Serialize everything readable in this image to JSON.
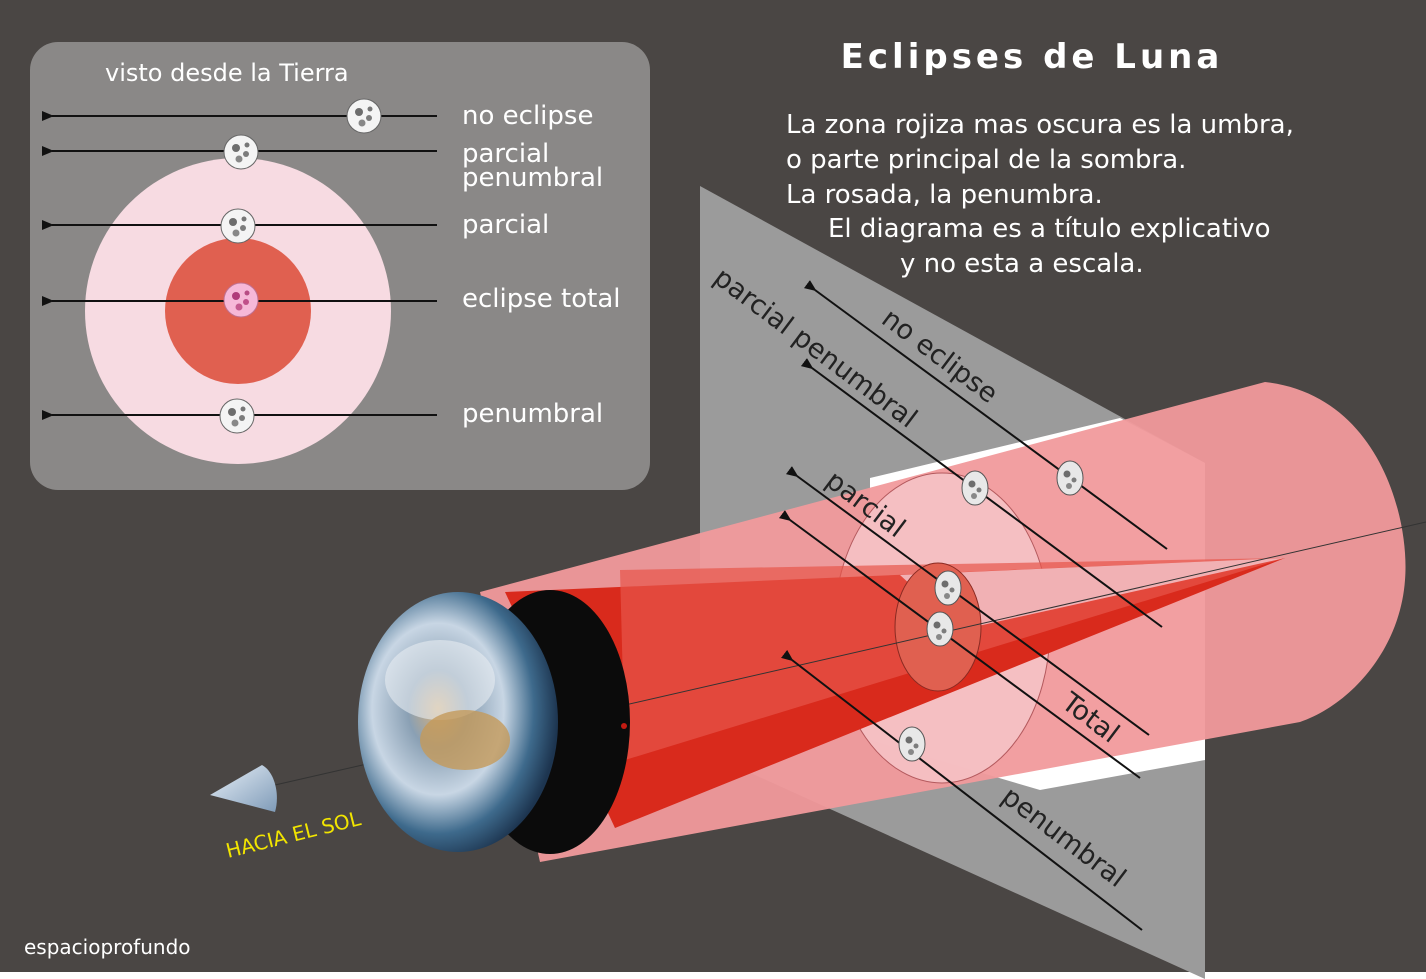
{
  "title": "Eclipses de Luna",
  "description": [
    "La zona rojiza mas oscura es la umbra,",
    "o parte principal de la sombra.",
    "La rosada, la penumbra.",
    "El diagrama es a título explicativo",
    "y no esta a escala."
  ],
  "inset": {
    "heading": "visto desde la Tierra",
    "labels": {
      "no_eclipse": "no eclipse",
      "parcial_penumbral_1": "parcial",
      "parcial_penumbral_2": "penumbral",
      "parcial": "parcial",
      "eclipse_total": "eclipse total",
      "penumbral": "penumbral"
    }
  },
  "diagram": {
    "labels": {
      "no_eclipse": "no eclipse",
      "parcial_penumbral": "parcial penumbral",
      "parcial": "parcial",
      "total": "Total",
      "penumbral": "penumbral"
    },
    "sun_label": "HACIA EL SOL"
  },
  "credit": "espacioprofundo",
  "colors": {
    "background": "#4a4644",
    "inset_panel": "#8a8887",
    "penumbra": "#f7dbe2",
    "umbra": "#e06050",
    "umbra_cone": "#d92a1c",
    "penumbra_cone": "#f19a9c",
    "sun_label": "#f2e500"
  }
}
